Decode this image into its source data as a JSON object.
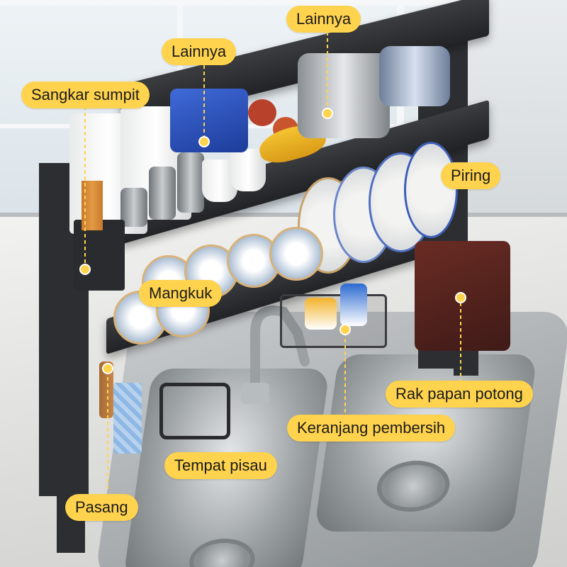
{
  "labels": {
    "lainnya_top": "Lainnya",
    "lainnya_left": "Lainnya",
    "sangkar_sumpit": "Sangkar sumpit",
    "piring": "Piring",
    "mangkuk": "Mangkuk",
    "rak_papan_potong": "Rak papan potong",
    "keranjang_pembersih": "Keranjang pembersih",
    "tempat_pisau": "Tempat pisau",
    "pasang": "Pasang"
  },
  "colors": {
    "label_bg": "#ffd34d",
    "rack": "#2c2e31",
    "sink": "#9ea3a6"
  }
}
